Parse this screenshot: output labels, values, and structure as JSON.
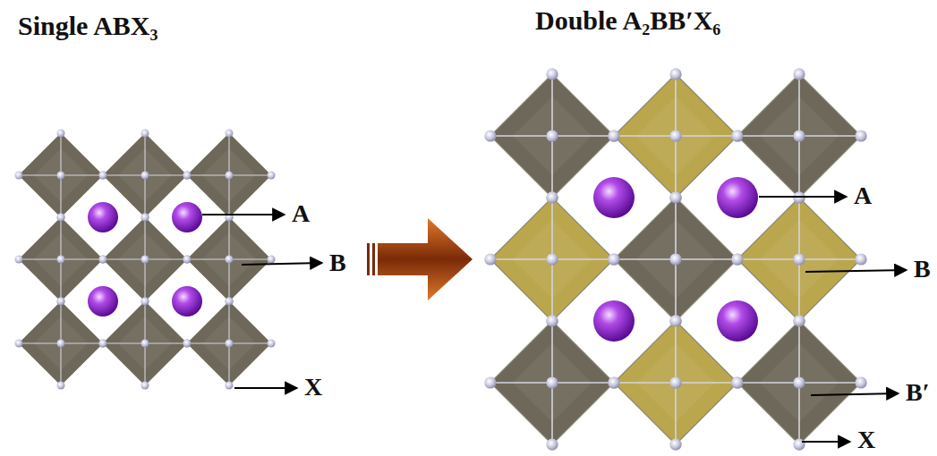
{
  "diagram": {
    "labels": [
      "Single ABX₃",
      "Double A₂BB′X₆",
      "A",
      "B",
      "X",
      "A",
      "B",
      "B′",
      "X"
    ]
  }
}
